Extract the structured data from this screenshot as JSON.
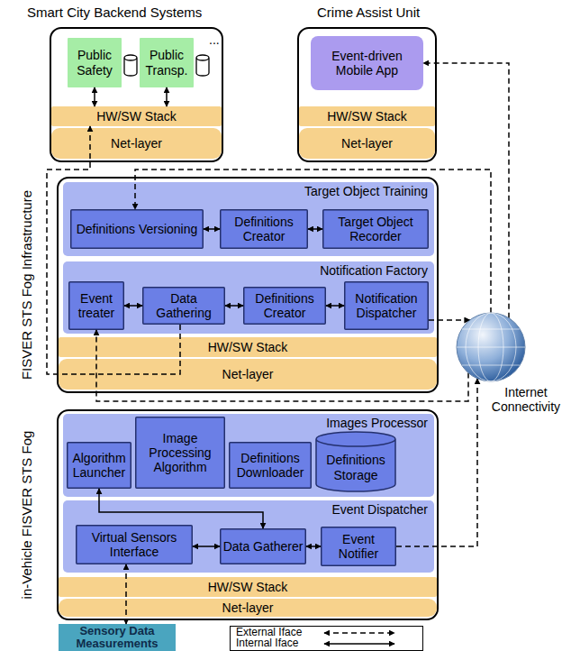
{
  "diagram": {
    "nodes": [
      {
        "text": [
          "Smart City Backend Systems"
        ]
      },
      {
        "text": [
          "Public Safety"
        ],
        "in": 0
      },
      {
        "text": [
          "Public Transp."
        ],
        "in": 0
      },
      {
        "text": [
          "HW/SW Stack"
        ],
        "in": 0
      },
      {
        "text": [
          "Net-layer"
        ],
        "in": 0
      },
      {
        "text": [
          "Crime Assist Unit"
        ]
      },
      {
        "text": [
          "Event-driven Mobile App"
        ],
        "in": 5
      },
      {
        "text": [
          "HW/SW Stack"
        ],
        "in": 5
      },
      {
        "text": [
          "Net-layer"
        ],
        "in": 5
      },
      {
        "text": [
          "FISVER STS Fog Infrastructure"
        ]
      },
      {
        "text": [
          "Target Object Training"
        ],
        "in": 9
      },
      {
        "text": [
          "Definitions Versioning"
        ],
        "in": 10
      },
      {
        "text": [
          "Definitions Creator"
        ],
        "in": 10
      },
      {
        "text": [
          "Target Object Recorder"
        ],
        "in": 10
      },
      {
        "text": [
          "Notification Factory"
        ],
        "in": 9
      },
      {
        "text": [
          "Event treater"
        ],
        "in": 14
      },
      {
        "text": [
          "Data Gathering"
        ],
        "in": 14
      },
      {
        "text": [
          "Definitions Creator"
        ],
        "in": 14
      },
      {
        "text": [
          "Notification Dispatcher"
        ],
        "in": 14
      },
      {
        "text": [
          "HW/SW Stack"
        ],
        "in": 9
      },
      {
        "text": [
          "Net-layer"
        ],
        "in": 9
      },
      {
        "text": [
          "in-Vehicle FISVER STS Fog"
        ]
      },
      {
        "text": [
          "Images Processor"
        ],
        "in": 21
      },
      {
        "text": [
          "Algorithm Launcher"
        ],
        "in": 22
      },
      {
        "text": [
          "Image Processing Algorithm"
        ],
        "in": 22
      },
      {
        "text": [
          "Definitions Downloader"
        ],
        "in": 22
      },
      {
        "text": [
          "Definitions Storage"
        ],
        "in": 22
      },
      {
        "text": [
          "Event Dispatcher"
        ],
        "in": 21
      },
      {
        "text": [
          "Virtual Sensors Interface"
        ],
        "in": 27
      },
      {
        "text": [
          "Data Gatherer"
        ],
        "in": 27
      },
      {
        "text": [
          "Event Notifier"
        ],
        "in": 27
      },
      {
        "text": [
          "HW/SW Stack"
        ],
        "in": 21
      },
      {
        "text": [
          "Net-layer"
        ],
        "in": 21
      },
      {
        "text": [
          "Sensory Data Measurements"
        ]
      },
      {
        "text": [
          "Internet Connectivity"
        ]
      }
    ],
    "edges": [
      {
        "from": 1,
        "to": 3,
        "arrow": "both"
      },
      {
        "from": 2,
        "to": 3,
        "arrow": "both"
      },
      {
        "from": 11,
        "to": 12,
        "arrow": "both"
      },
      {
        "from": 12,
        "to": 13,
        "arrow": "both"
      },
      {
        "from": 15,
        "to": 16,
        "arrow": "both"
      },
      {
        "from": 16,
        "to": 17,
        "arrow": "both"
      },
      {
        "from": 17,
        "to": 18,
        "arrow": "both"
      },
      {
        "from": 23,
        "to": 29,
        "arrow": "both"
      },
      {
        "from": 28,
        "to": 29,
        "arrow": "both"
      },
      {
        "from": 29,
        "to": 30,
        "arrow": "both"
      },
      {
        "from": 33,
        "to": 28,
        "arrow": "both"
      },
      {
        "from": 16,
        "to": 3,
        "arrow": "to"
      },
      {
        "from": 34,
        "to": 11,
        "arrow": "to"
      },
      {
        "from": 34,
        "to": 6,
        "arrow": "to"
      },
      {
        "from": 18,
        "to": 34,
        "arrow": "to"
      },
      {
        "from": 34,
        "to": 15,
        "arrow": "to"
      },
      {
        "from": 30,
        "to": 34,
        "arrow": "to"
      }
    ],
    "labels": [
      "..."
    ],
    "legend": [
      {
        "text": "External Iface"
      },
      {
        "text": "Internal Iface"
      }
    ]
  }
}
